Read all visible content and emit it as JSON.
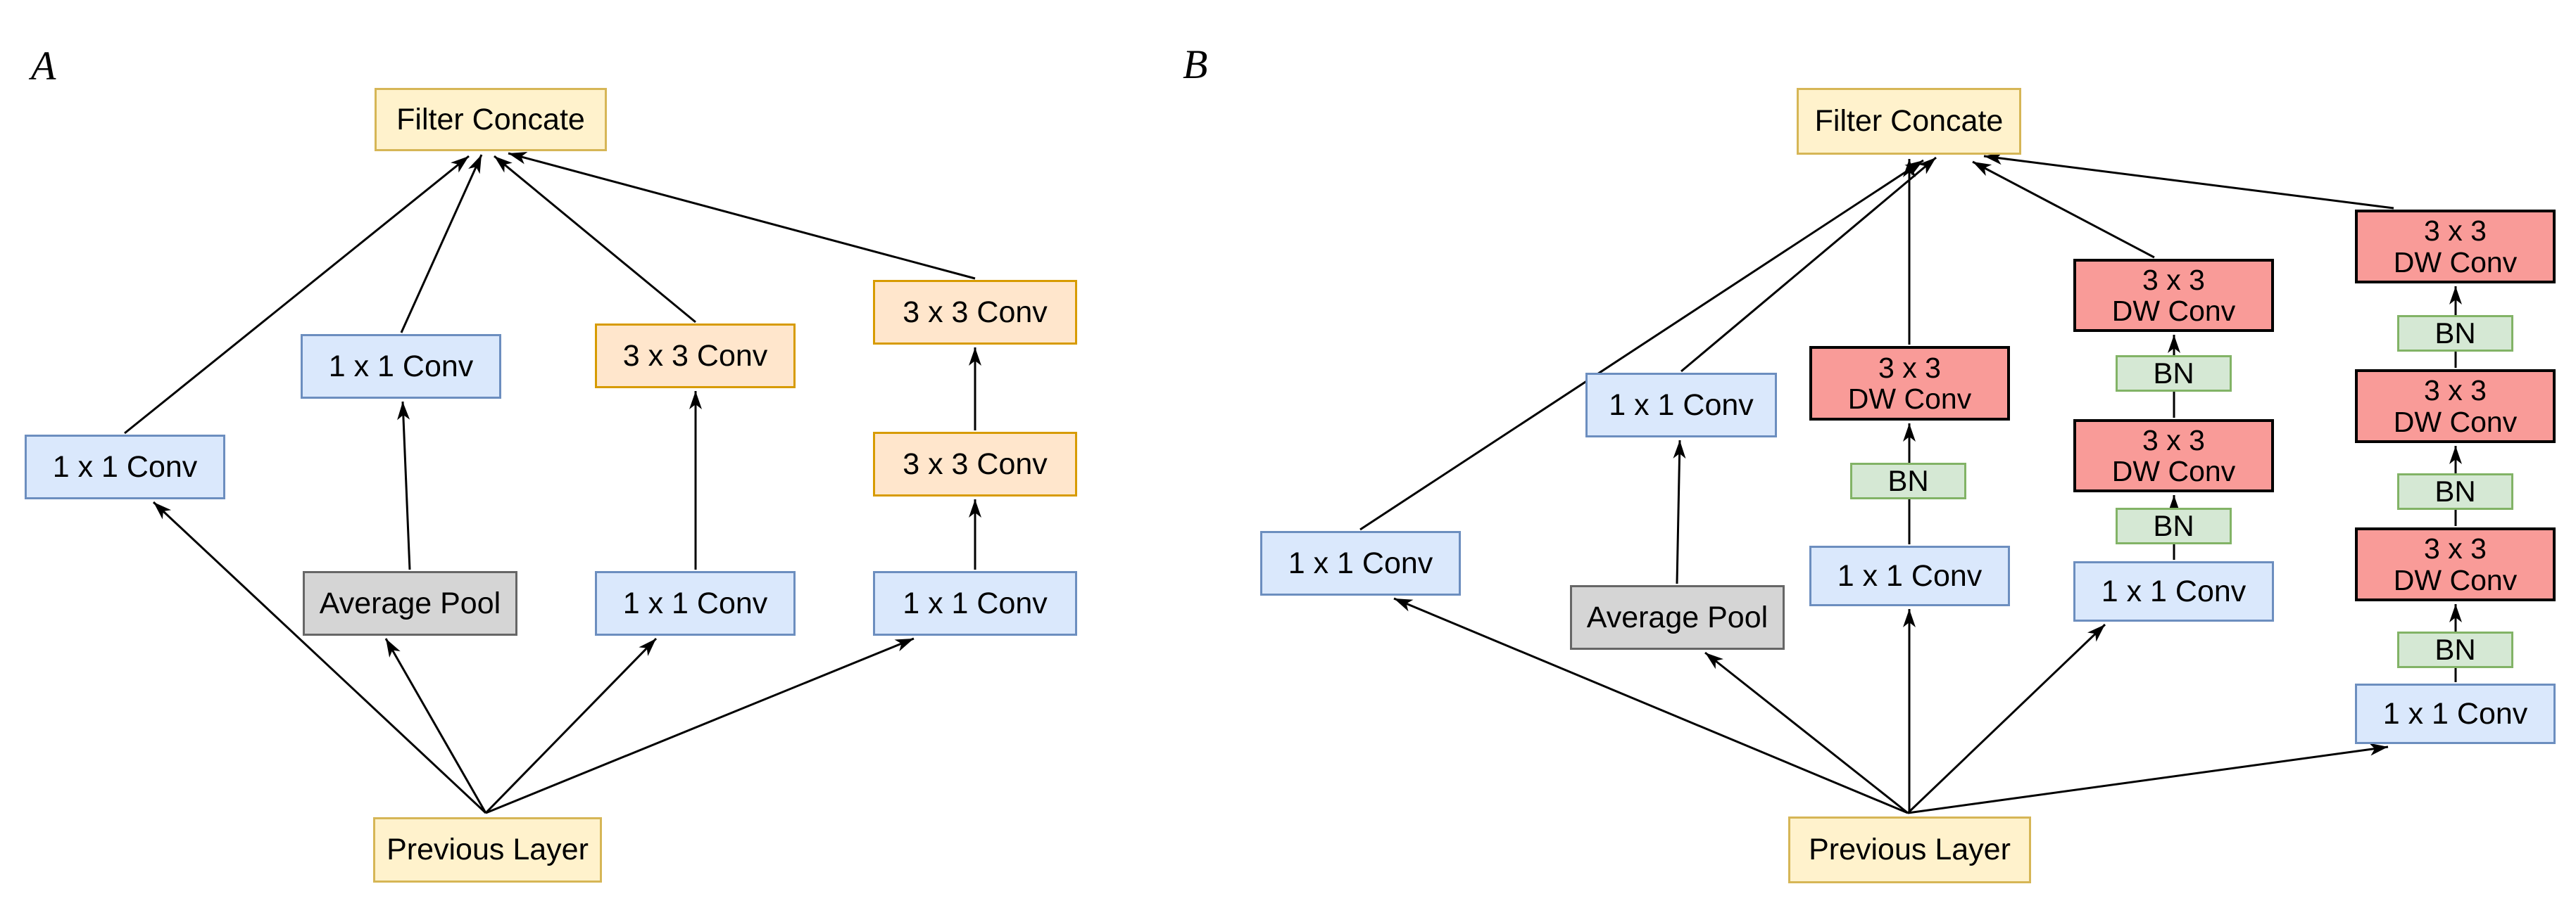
{
  "figure": {
    "panels": [
      {
        "id": "A",
        "label": "A",
        "top_node": "Filter Concate",
        "bottom_node": "Previous Layer",
        "branches": [
          [
            "1 x 1 Conv"
          ],
          [
            "Average Pool",
            "1 x 1 Conv"
          ],
          [
            "1 x 1 Conv",
            "3 x 3 Conv"
          ],
          [
            "1 x 1 Conv",
            "3 x 3 Conv",
            "3 x 3 Conv"
          ]
        ]
      },
      {
        "id": "B",
        "label": "B",
        "top_node": "Filter Concate",
        "bottom_node": "Previous Layer",
        "branches": [
          [
            "1 x 1 Conv"
          ],
          [
            "Average Pool",
            "1 x 1 Conv"
          ],
          [
            "1 x 1 Conv",
            "BN",
            "3 x 3 DW Conv"
          ],
          [
            "1 x 1 Conv",
            "BN",
            "3 x 3 DW Conv",
            "BN",
            "3 x 3 DW Conv"
          ],
          [
            "1 x 1 Conv",
            "BN",
            "3 x 3 DW Conv",
            "BN",
            "3 x 3 DW Conv",
            "BN",
            "3 x 3 DW Conv"
          ]
        ]
      }
    ]
  },
  "text": {
    "panel_a": "A",
    "panel_b": "B",
    "filter_concate": "Filter Concate",
    "conv_1x1": "1 x 1 Conv",
    "conv_3x3": "3 x 3 Conv",
    "avg_pool": "Average Pool",
    "prev_layer": "Previous Layer",
    "dw_size": "3 x 3",
    "dw_conv": "DW Conv",
    "bn": "BN"
  },
  "edges": {
    "panel_a": [
      [
        "Previous Layer",
        "1 x 1 Conv (branch 1)"
      ],
      [
        "Previous Layer",
        "Average Pool"
      ],
      [
        "Previous Layer",
        "1 x 1 Conv (branch 3)"
      ],
      [
        "Previous Layer",
        "1 x 1 Conv (branch 4)"
      ],
      [
        "Average Pool",
        "1 x 1 Conv (branch 2)"
      ],
      [
        "1 x 1 Conv (branch 3)",
        "3 x 3 Conv (branch 3)"
      ],
      [
        "1 x 1 Conv (branch 4)",
        "3 x 3 Conv lower (branch 4)"
      ],
      [
        "3 x 3 Conv lower (branch 4)",
        "3 x 3 Conv upper (branch 4)"
      ],
      [
        "1 x 1 Conv (branch 1)",
        "Filter Concate"
      ],
      [
        "1 x 1 Conv (branch 2)",
        "Filter Concate"
      ],
      [
        "3 x 3 Conv (branch 3)",
        "Filter Concate"
      ],
      [
        "3 x 3 Conv upper (branch 4)",
        "Filter Concate"
      ]
    ],
    "panel_b": [
      [
        "Previous Layer",
        "1 x 1 Conv (branch 1)"
      ],
      [
        "Previous Layer",
        "Average Pool"
      ],
      [
        "Previous Layer",
        "1 x 1 Conv (branch 3)"
      ],
      [
        "Previous Layer",
        "1 x 1 Conv (branch 4)"
      ],
      [
        "Previous Layer",
        "1 x 1 Conv (branch 5)"
      ],
      [
        "Average Pool",
        "1 x 1 Conv (branch 2)"
      ],
      [
        "1 x 1 Conv (branch 3)",
        "BN",
        "3 x 3 DW Conv (branch 3)"
      ],
      [
        "1 x 1 Conv (branch 4)",
        "BN",
        "3 x 3 DW Conv lower (branch 4)"
      ],
      [
        "3 x 3 DW Conv lower (branch 4)",
        "BN",
        "3 x 3 DW Conv upper (branch 4)"
      ],
      [
        "1 x 1 Conv (branch 5)",
        "BN",
        "3 x 3 DW Conv lower (branch 5)"
      ],
      [
        "3 x 3 DW Conv lower (branch 5)",
        "BN",
        "3 x 3 DW Conv middle (branch 5)"
      ],
      [
        "3 x 3 DW Conv middle (branch 5)",
        "BN",
        "3 x 3 DW Conv upper (branch 5)"
      ],
      [
        "1 x 1 Conv (branch 1)",
        "Filter Concate"
      ],
      [
        "1 x 1 Conv (branch 2)",
        "Filter Concate"
      ],
      [
        "3 x 3 DW Conv (branch 3)",
        "Filter Concate"
      ],
      [
        "3 x 3 DW Conv upper (branch 4)",
        "Filter Concate"
      ],
      [
        "3 x 3 DW Conv upper (branch 5)",
        "Filter Concate"
      ]
    ]
  },
  "colors": {
    "yellow-fill": "#FFF2CC",
    "yellow-stroke": "#D6B656",
    "blue-fill": "#DAE8FC",
    "blue-stroke": "#6C8EBF",
    "peach-fill": "#FFE6CC",
    "peach-stroke": "#D79B00",
    "gray-fill": "#D5D5D5",
    "gray-stroke": "#666666",
    "green-fill": "#D5E8D4",
    "green-stroke": "#82B366",
    "red-fill": "#F99B98",
    "red-stroke": "#000000",
    "arrow-color": "#000000",
    "background": "#FFFFFF",
    "text-color": "#000000"
  }
}
